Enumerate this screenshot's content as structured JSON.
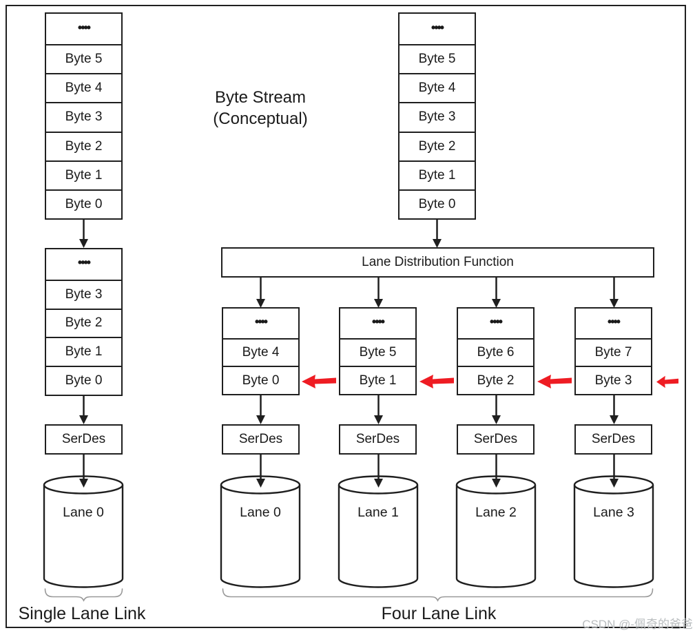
{
  "diagram": {
    "ellipsis": "••••",
    "title_line1": "Byte Stream",
    "title_line2": "(Conceptual)",
    "single_lane": {
      "stream_stack": [
        "Byte 5",
        "Byte 4",
        "Byte 3",
        "Byte 2",
        "Byte 1",
        "Byte 0"
      ],
      "buffer_stack": [
        "Byte 3",
        "Byte 2",
        "Byte 1",
        "Byte 0"
      ],
      "serdes_label": "SerDes",
      "lane_label": "Lane 0",
      "caption": "Single Lane Link"
    },
    "four_lane": {
      "stream_stack": [
        "Byte 5",
        "Byte 4",
        "Byte 3",
        "Byte 2",
        "Byte 1",
        "Byte 0"
      ],
      "distribution_label": "Lane Distribution Function",
      "columns": [
        {
          "bytes": [
            "Byte 4",
            "Byte 0"
          ],
          "serdes": "SerDes",
          "lane": "Lane 0"
        },
        {
          "bytes": [
            "Byte 5",
            "Byte 1"
          ],
          "serdes": "SerDes",
          "lane": "Lane 1"
        },
        {
          "bytes": [
            "Byte 6",
            "Byte 2"
          ],
          "serdes": "SerDes",
          "lane": "Lane 2"
        },
        {
          "bytes": [
            "Byte 7",
            "Byte 3"
          ],
          "serdes": "SerDes",
          "lane": "Lane 3"
        }
      ],
      "caption": "Four Lane Link"
    },
    "watermark": "CSDN @-佩奇的爸爸",
    "colors": {
      "stroke": "#1f1f1f",
      "red_arrow": "#ee1c23",
      "brace": "#999999",
      "watermark": "#b9bdbf"
    }
  }
}
